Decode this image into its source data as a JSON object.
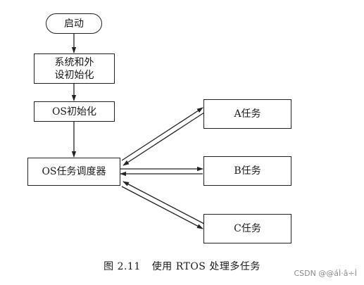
{
  "diagram": {
    "nodes": {
      "start": "启动",
      "sys_init": "系统和外\n设初始化",
      "os_init": "OS初始化",
      "scheduler": "OS任务调度器",
      "task_a": "A任务",
      "task_b": "B任务",
      "task_c": "C任务"
    },
    "caption": {
      "number": "图 2.11",
      "text": "使用 RTOS 处理多任务"
    }
  },
  "watermark": "CSDN @@áÌ·â÷Ì"
}
